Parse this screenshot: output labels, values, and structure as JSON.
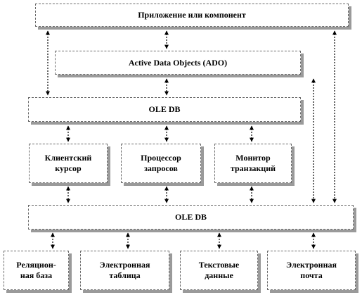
{
  "diagram": {
    "app": "Приложение или компонент",
    "ado": "Active  Data Objects (ADO)",
    "oledb_top": "OLE DB",
    "client_cursor": "Клиентский\nкурсор",
    "query_processor": "Процессор\nзапросов",
    "transaction_monitor": "Монитор\nтранзакций",
    "oledb_bottom": "OLE DB",
    "relational_db": "Реляцион-\nная база",
    "spreadsheet": "Электронная\nтаблица",
    "text_data": "Текстовые\nданные",
    "email": "Электронная\nпочта"
  }
}
